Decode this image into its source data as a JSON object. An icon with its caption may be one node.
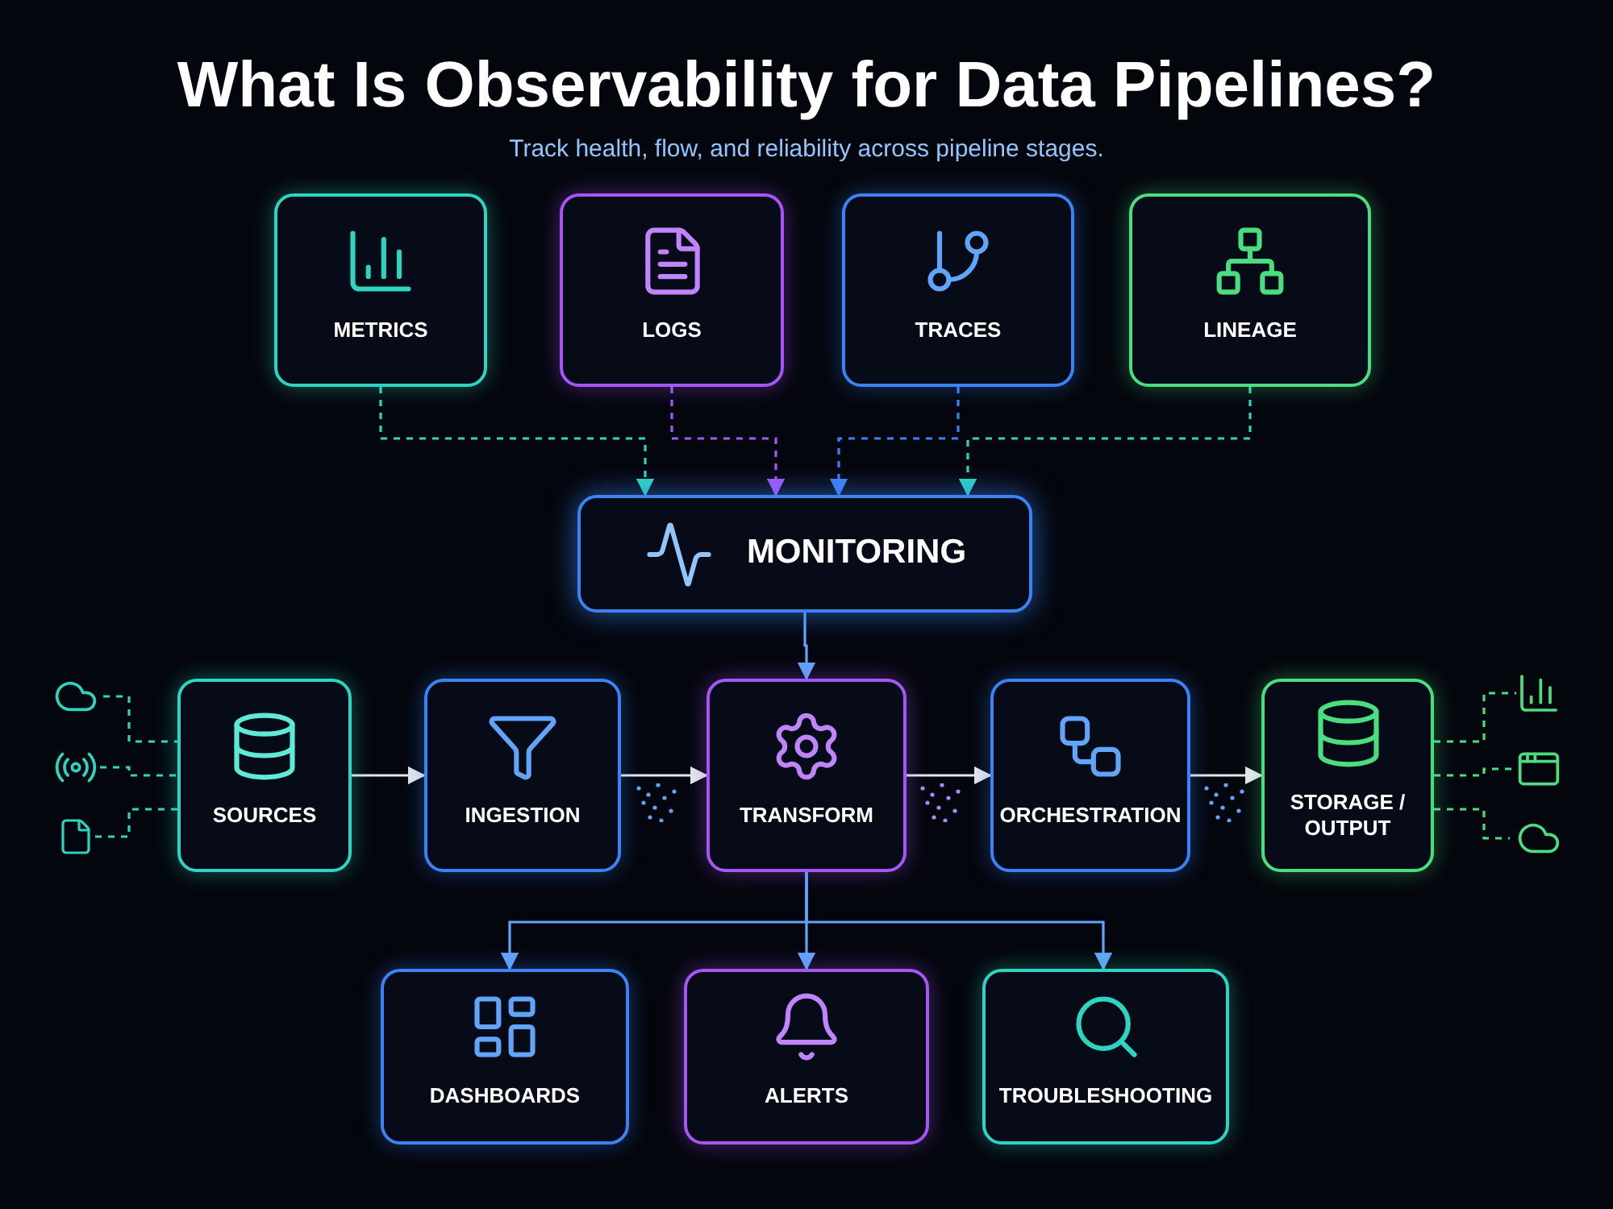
{
  "diagram": {
    "title": "What Is Observability for Data Pipelines?",
    "nodes": [
      {
        "text": [
          "METRICS"
        ]
      },
      {
        "text": [
          "LOGS"
        ]
      },
      {
        "text": [
          "TRACES"
        ]
      },
      {
        "text": [
          "LINEAGE"
        ]
      },
      {
        "text": [
          "MONITORING"
        ]
      },
      {
        "text": [
          "SOURCES"
        ]
      },
      {
        "text": [
          "INGESTION"
        ]
      },
      {
        "text": [
          "TRANSFORM"
        ]
      },
      {
        "text": [
          "ORCHESTRATION"
        ]
      },
      {
        "text": [
          "STORAGE / OUTPUT"
        ]
      },
      {
        "text": [
          "DASHBOARDS"
        ]
      },
      {
        "text": [
          "ALERTS"
        ]
      },
      {
        "text": [
          "TROUBLESHOOTING"
        ]
      },
      {
        "text": [],
        "shape": "cloud"
      },
      {
        "text": [],
        "shape": "antenna"
      },
      {
        "text": [],
        "shape": "document"
      },
      {
        "text": [],
        "shape": "bar"
      },
      {
        "text": [],
        "shape": "window"
      },
      {
        "text": [],
        "shape": "cloud"
      }
    ],
    "edges": [
      {
        "from": 0,
        "to": 4,
        "arrow": "to",
        "style": "dashed",
        "color": "#2dd4bf"
      },
      {
        "from": 1,
        "to": 4,
        "arrow": "to",
        "style": "dashed",
        "color": "#a855f7"
      },
      {
        "from": 2,
        "to": 4,
        "arrow": "to",
        "style": "dashed",
        "color": "#3b82f6"
      },
      {
        "from": 3,
        "to": 4,
        "arrow": "to",
        "style": "dashed",
        "color": "#2dd4bf"
      },
      {
        "from": 4,
        "to": 7,
        "arrow": "to",
        "color": "#60a5fa"
      },
      {
        "from": 5,
        "to": 6,
        "arrow": "to",
        "color": "#e5e7eb"
      },
      {
        "from": 6,
        "to": 7,
        "arrow": "to",
        "color": "#e5e7eb"
      },
      {
        "from": 7,
        "to": 8,
        "arrow": "to",
        "color": "#e5e7eb"
      },
      {
        "from": 8,
        "to": 9,
        "arrow": "to",
        "color": "#e5e7eb"
      },
      {
        "from": 7,
        "to": 10,
        "arrow": "to",
        "color": "#60a5fa"
      },
      {
        "from": 7,
        "to": 11,
        "arrow": "to",
        "color": "#60a5fa"
      },
      {
        "from": 7,
        "to": 12,
        "arrow": "to",
        "color": "#60a5fa"
      },
      {
        "from": 13,
        "to": 5,
        "arrow": "none",
        "style": "dashed",
        "color": "#2dd4bf"
      },
      {
        "from": 14,
        "to": 5,
        "arrow": "none",
        "style": "dashed",
        "color": "#2dd4bf"
      },
      {
        "from": 15,
        "to": 5,
        "arrow": "none",
        "style": "dashed",
        "color": "#2dd4bf"
      },
      {
        "from": 9,
        "to": 16,
        "arrow": "none",
        "style": "dashed",
        "color": "#4ade80"
      },
      {
        "from": 9,
        "to": 17,
        "arrow": "none",
        "style": "dashed",
        "color": "#4ade80"
      },
      {
        "from": 9,
        "to": 18,
        "arrow": "none",
        "style": "dashed",
        "color": "#4ade80"
      }
    ],
    "labels": [
      "Track health, flow, and reliability across pipeline stages."
    ]
  }
}
